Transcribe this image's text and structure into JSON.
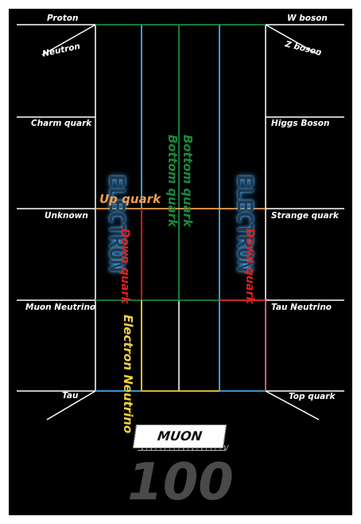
{
  "left_labels": [
    "Proton",
    "Neutron",
    "Charm quark",
    "Unknown",
    "Muon Neutrino",
    "Tau"
  ],
  "right_labels": [
    "W boson",
    "Z boson",
    "Higgs Boson",
    "Strange quark",
    "Tau Neutrino",
    "Top quark"
  ],
  "particles": {
    "bottom_quark_1": "Bottom quark",
    "bottom_quark_2": "Bottom quark",
    "up_quark": "Up quark",
    "down_quark_left": "Down quark",
    "down_quark_right": "Down quark",
    "electron_neutrino": "Electron Neutrino",
    "electron_left": "ELECTRON",
    "electron_right": "ELECTRON"
  },
  "mode": "MUON",
  "score": "100",
  "colors": {
    "background": "#000000",
    "grid": "#ffffff",
    "green": "#1a8a3a",
    "blue": "#4aa8e8",
    "orange": "#f0a050",
    "red": "#e02020",
    "yellow": "#f0d040",
    "pink": "#e0507a"
  }
}
